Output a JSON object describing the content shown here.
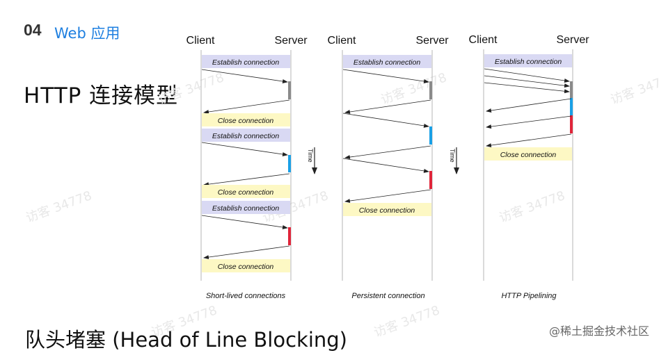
{
  "header": {
    "number": "04",
    "section": "Web 应用"
  },
  "title": "HTTP 连接模型",
  "bottom_title": "队头堵塞 (Head of Line Blocking)",
  "credit": "@稀土掘金技术社区",
  "watermark": "访客 34778",
  "time_label": "Time",
  "colors": {
    "establish_fill": "#d9d9f3",
    "close_fill": "#fdf8c4",
    "request_gray": "#8a8a8a",
    "request_blue": "#1aa0e6",
    "request_red": "#e0253a",
    "lifeline": "#b5b5b5"
  },
  "diagrams": {
    "short_lived": {
      "client_label": "Client",
      "server_label": "Server",
      "caption": "Short-lived connections",
      "establish_1": "Establish connection",
      "close_1": "Close connection",
      "establish_2": "Establish connection",
      "close_2": "Close connection",
      "establish_3": "Establish connection",
      "close_3": "Close connection"
    },
    "persistent": {
      "client_label": "Client",
      "server_label": "Server",
      "caption": "Persistent connection",
      "establish": "Establish connection",
      "close": "Close connection"
    },
    "pipelining": {
      "client_label": "Client",
      "server_label": "Server",
      "caption": "HTTP Pipelining",
      "establish": "Establish connection",
      "close": "Close connection"
    }
  }
}
